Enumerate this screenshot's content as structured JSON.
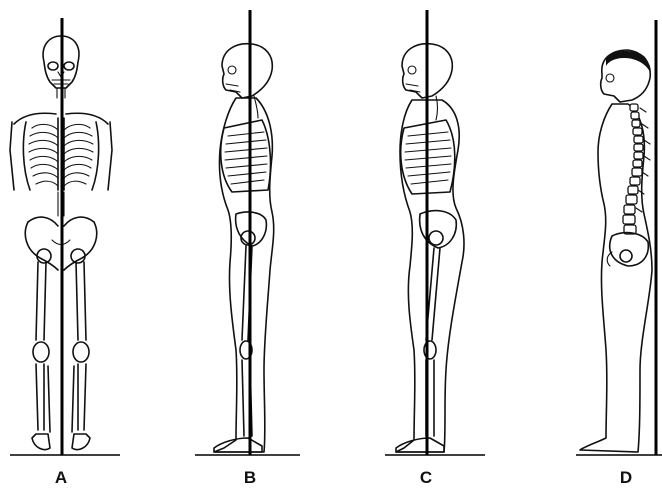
{
  "figure": {
    "panels": [
      {
        "label": "A",
        "view": "front-skeleton"
      },
      {
        "label": "B",
        "view": "side-skeleton-upright"
      },
      {
        "label": "C",
        "view": "side-skeleton-slouched"
      },
      {
        "label": "D",
        "view": "side-body-spine"
      }
    ],
    "colors": {
      "ink": "#111111",
      "background": "#ffffff"
    }
  }
}
